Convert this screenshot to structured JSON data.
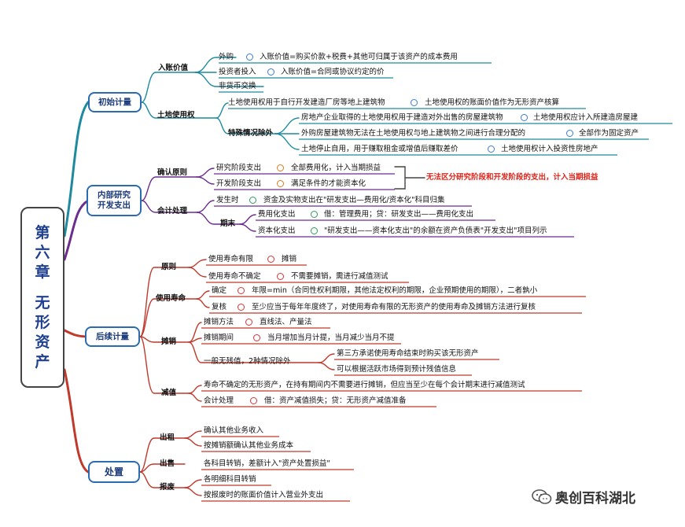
{
  "root": {
    "title_chars": [
      "第",
      "六",
      "章",
      "无",
      "形",
      "资",
      "产"
    ]
  },
  "branches": {
    "initial": {
      "label": "初始计量",
      "entry_value": {
        "label": "入账价值",
        "purchase": "外购",
        "purchase_rule": "入账价值=购买价款+税费+其他可归属于该资产的成本费用",
        "investor": "投资者投入",
        "investor_rule": "入账价值=合同或协议约定的价",
        "exchange": "非货币交换"
      },
      "land_use": {
        "label": "土地使用权",
        "self_build": "土地使用权用于自行开发建造厂房等地上建筑物",
        "self_build_rule": "土地使用权的账面价值作为无形资产核算",
        "special": "特殊情况除外",
        "special_1": "房地产企业取得的土地使用权用于建造对外出售的房屋建筑物",
        "special_1_rule": "土地使用权应计入所建造房屋建",
        "special_2": "外购房屋建筑物无法在土地使用权与地上建筑物之间进行合理分配的",
        "special_2_rule": "全部作为固定资产",
        "special_3": "土地停止自用，用于赚取租金或增值后赚取差价",
        "special_3_rule": "土地使用权计入投资性房地产"
      }
    },
    "rnd": {
      "label_line1": "内部研究",
      "label_line2": "开发支出",
      "recognition": {
        "label": "确认原则",
        "research": "研究阶段支出",
        "research_rule": "全部费用化，计入当期损益",
        "dev": "开发阶段支出",
        "dev_rule": "满足条件的才能资本化",
        "note": "无法区分研究阶段和开发阶段的支出，计入当期损益"
      },
      "accounting": {
        "label": "会计处理",
        "incurred": "发生时",
        "incurred_rule": "资金及实物支出在\"研发支出—费用化/资本化\"科目归集",
        "period_end": "期末",
        "expensed": "费用化支出",
        "expensed_rule": "借：管理费用；贷：研发支出——费用化支出",
        "capitalized": "资本化支出",
        "capitalized_rule": "\"研发支出——资本化支出\"的余额在资产负债表\"开发支出\"项目列示"
      }
    },
    "subsequent": {
      "label": "后续计量",
      "principle": {
        "label": "原则",
        "finite": "使用寿命有限",
        "finite_rule": "摊销",
        "indefinite": "使用寿命不确定",
        "indefinite_rule": "不需要摊销，需进行减值测试"
      },
      "life": {
        "label": "使用寿命",
        "determine": "确定",
        "determine_rule": "年限=min（合同性权利期限，其他法定权利的期限，企业预期使用的期限），二者孰小",
        "review": "复核",
        "review_rule": "至少应当于每年年度终了，对使用寿命有限的无形资产的使用寿命及摊销方法进行复核"
      },
      "amortization": {
        "label": "摊销",
        "method": "摊销方法",
        "method_rule": "直线法、产量法",
        "period": "摊销期间",
        "period_rule": "当月增加当月计提，当月减少当月不提",
        "residual": "一般无残值，2种情况除外",
        "residual_1": "第三方承诺使用寿命结束时购买该无形资产",
        "residual_2": "可以根据活跃市场得到预计残值信息"
      },
      "impairment": {
        "label": "减值",
        "rule": "寿命不确定的无形资产，在持有期间内不需要进行摊销，但应当至少在每个会计期末进行减值测试",
        "entry": "会计处理",
        "entry_rule": "借：资产减值损失；贷：无形资产减值准备"
      }
    },
    "disposal": {
      "label": "处置",
      "lease": {
        "label": "出租",
        "item1": "确认其他业务收入",
        "item2": "按摊销额确认其他业务成本"
      },
      "sale": {
        "label": "出售",
        "item1": "各科目转销，差额计入\"资产处置损益\""
      },
      "scrap": {
        "label": "报废",
        "item1": "各明细科目转销",
        "item2": "按报废时的账面价值计入营业外支出"
      }
    }
  },
  "watermark": "奥创百科湖北"
}
